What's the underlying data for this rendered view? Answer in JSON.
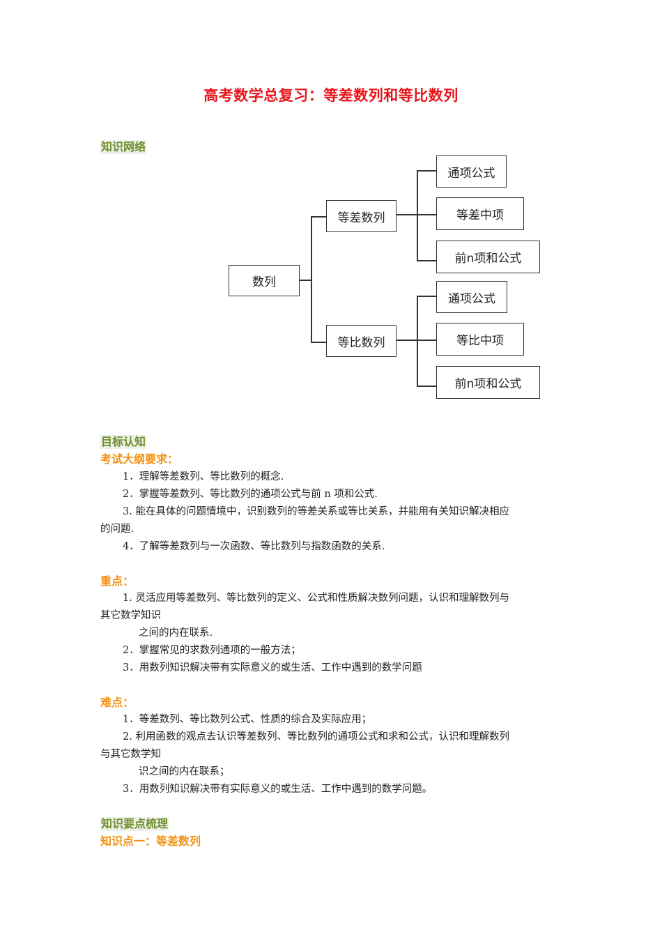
{
  "title": "高考数学总复习：等差数列和等比数列",
  "sections": {
    "knowledge_network": "知识网络",
    "goal_cognition": "目标认知",
    "exam_requirements": "考试大纲要求：",
    "key_points": "重点：",
    "difficulties": "难点：",
    "knowledge_outline": "知识要点梳理",
    "knowledge_point_one": "知识点一：等差数列"
  },
  "diagram": {
    "root": "数列",
    "branches": [
      {
        "label": "等差数列",
        "children": [
          "通项公式",
          "等差中项",
          "前n项和公式"
        ]
      },
      {
        "label": "等比数列",
        "children": [
          "通项公式",
          "等比中项",
          "前n项和公式"
        ]
      }
    ]
  },
  "exam_requirements": [
    "1．理解等差数列、等比数列的概念.",
    "2．掌握等差数列、等比数列的通项公式与前 n 项和公式.",
    "3. 能在具体的问题情境中，识别数列的等差关系或等比关系，并能用有关知识解决相应",
    "的问题.",
    "4．了解等差数列与一次函数、等比数列与指数函数的关系."
  ],
  "key_points": [
    "1. 灵活应用等差数列、等比数列的定义、公式和性质解决数列问题，认识和理解数列与",
    "其它数学知识",
    "之间的内在联系.",
    "2．掌握常见的求数列通项的一般方法；",
    "3．用数列知识解决带有实际意义的或生活、工作中遇到的数学问题"
  ],
  "difficulties": [
    "1．等差数列、等比数列公式、性质的综合及实际应用；",
    "2. 利用函数的观点去认识等差数列、等比数列的通项公式和求和公式，认识和理解数列",
    "与其它数学知",
    "识之间的内在联系；",
    "3．用数列知识解决带有实际意义的或生活、工作中遇到的数学问题。"
  ],
  "colors": {
    "title": "#e8141b",
    "section_green": "#6f8f2b",
    "section_orange": "#f29111"
  }
}
